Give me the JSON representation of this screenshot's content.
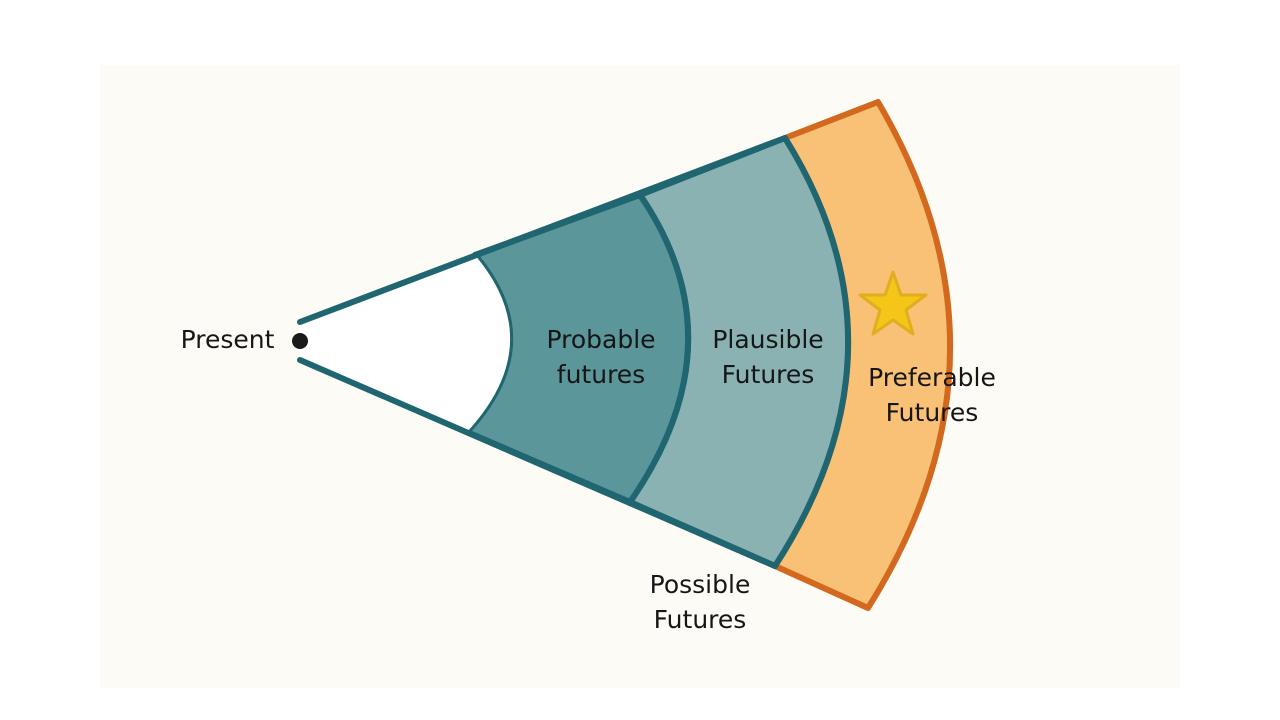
{
  "title": "Futures Cone",
  "labels": {
    "present": "Present",
    "probable": [
      "Probable",
      "futures"
    ],
    "plausible": [
      "Plausible",
      "Futures"
    ],
    "preferable": [
      "Preferable",
      "Futures"
    ],
    "possible": [
      "Possible",
      "Futures"
    ]
  },
  "icons": {
    "preferable_marker": "star-icon"
  },
  "colors": {
    "probable": "#5b969b",
    "plausible": "#8ab2b2",
    "preferable": "#f9c176",
    "teal_stroke": "#1f6670",
    "orange_stroke": "#d2691e",
    "star": "#f5c518"
  }
}
